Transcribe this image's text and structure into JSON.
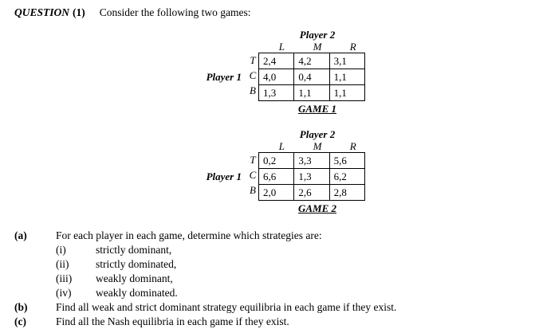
{
  "header": {
    "question_word": "QUESTION",
    "question_number": "(1)",
    "prompt": "Consider the following two games:"
  },
  "games": [
    {
      "id": "game-1",
      "caption": "GAME 1",
      "column_player_label": "Player 2",
      "row_player_label": "Player 1",
      "column_headers": [
        "L",
        "M",
        "R"
      ],
      "row_headers": [
        "T",
        "C",
        "B"
      ],
      "payoffs": [
        [
          "2,4",
          "4,2",
          "3,1"
        ],
        [
          "4,0",
          "0,4",
          "1,1"
        ],
        [
          "1,3",
          "1,1",
          "1,1"
        ]
      ]
    },
    {
      "id": "game-2",
      "caption": "GAME 2",
      "column_player_label": "Player 2",
      "row_player_label": "Player 1",
      "column_headers": [
        "L",
        "M",
        "R"
      ],
      "row_headers": [
        "T",
        "C",
        "B"
      ],
      "payoffs": [
        [
          "0,2",
          "3,3",
          "5,6"
        ],
        [
          "6,6",
          "1,3",
          "6,2"
        ],
        [
          "2,0",
          "2,6",
          "2,8"
        ]
      ]
    }
  ],
  "questions": [
    {
      "marker": "(a)",
      "text": "For each player in each game, determine which strategies are:",
      "subitems": [
        {
          "marker": "(i)",
          "text": "strictly dominant,"
        },
        {
          "marker": "(ii)",
          "text": "strictly dominated,"
        },
        {
          "marker": "(iii)",
          "text": "weakly dominant,"
        },
        {
          "marker": "(iv)",
          "text": "weakly dominated."
        }
      ]
    },
    {
      "marker": "(b)",
      "text": "Find all weak and strict dominant strategy equilibria in each game if they exist.",
      "subitems": []
    },
    {
      "marker": "(c)",
      "text": "Find all the Nash equilibria in each game if they exist.",
      "subitems": []
    }
  ]
}
